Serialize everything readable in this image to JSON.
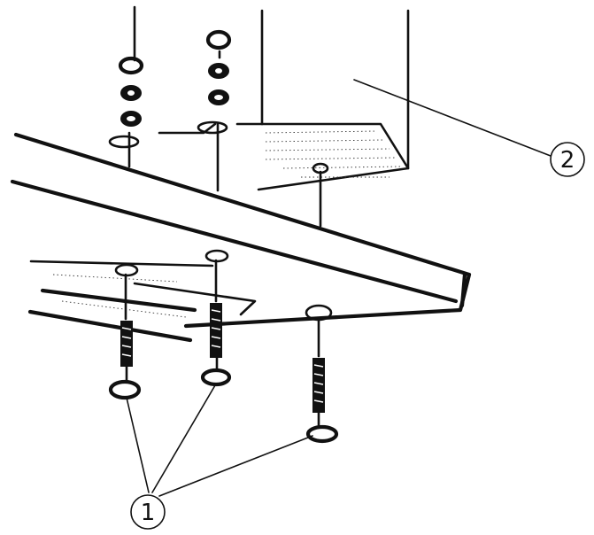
{
  "diagram": {
    "callouts": [
      {
        "id": "1",
        "label": "1"
      },
      {
        "id": "2",
        "label": "2"
      }
    ]
  },
  "colors": {
    "ink": "#111111",
    "background": "#ffffff"
  }
}
